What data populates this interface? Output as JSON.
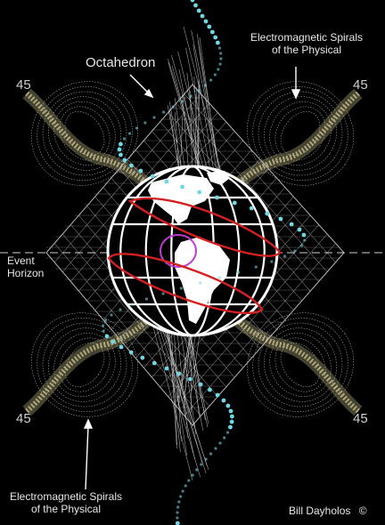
{
  "labels": {
    "octahedron": "Octahedron",
    "em_top_line1": "Electromagnetic Spirals",
    "em_top_line2": "of the Physical",
    "em_bottom_line1": "Electromagnetic Spirals",
    "em_bottom_line2": "of the Physical",
    "event_line1": "Event",
    "event_line2": "Horizon",
    "angle_tl": "45",
    "angle_tr": "45",
    "angle_bl": "45",
    "angle_br": "45",
    "credit": "Bill Dayholos",
    "copyright": "©"
  },
  "colors": {
    "background": "#000000",
    "grid": "#c8c8c8",
    "spiral_dots": "#6fd8e6",
    "vortex": "#c8c08a",
    "globe": "#ffffff",
    "equator_rings": "#d42020",
    "inner_ring": "#c23bd0"
  }
}
